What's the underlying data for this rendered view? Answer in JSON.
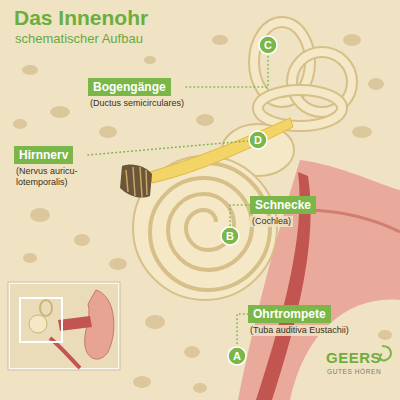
{
  "diagram": {
    "title": "Das Innenohr",
    "nodes": [
      {
        "text": [
          "C"
        ]
      },
      {
        "text": [
          "Bogengänge",
          "(Ductus semicirculares)"
        ]
      },
      {
        "text": [
          "D"
        ]
      },
      {
        "text": [
          "Hirnnerv",
          "(Nervus auricu- lotemporalis)"
        ]
      },
      {
        "text": [
          "Schnecke",
          "(Cochlea)"
        ]
      },
      {
        "text": [
          "B"
        ]
      },
      {
        "text": [
          "Ohrtrompete",
          "(Tuba auditiva Eustachii)"
        ]
      },
      {
        "text": [
          "A"
        ]
      }
    ],
    "edges": [
      {
        "from": 1,
        "to": 0,
        "arrow": "none"
      },
      {
        "from": 3,
        "to": 2,
        "arrow": "none"
      },
      {
        "from": 4,
        "to": 5,
        "arrow": "none"
      },
      {
        "from": 6,
        "to": 7,
        "arrow": "none"
      }
    ],
    "labels": [
      "schematischer Aufbau",
      "GEERS",
      "GUTES HÖREN"
    ]
  }
}
